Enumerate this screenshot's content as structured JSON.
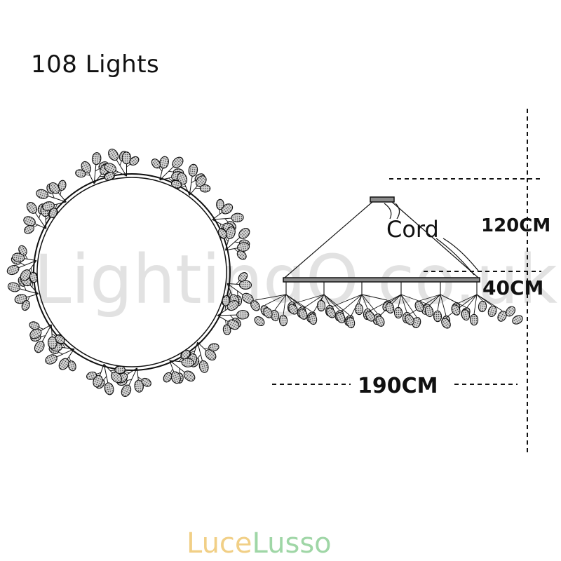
{
  "title": "108 Lights",
  "labels": {
    "cord": "Cord",
    "height_total": "120CM",
    "height_fixture": "40CM",
    "width": "190CM"
  },
  "watermark": "LightingO.co.uk",
  "brand": {
    "part1": "Luce",
    "part2": "Lusso"
  },
  "colors": {
    "line": "#111111",
    "bulb_fill": "#8a8a8a",
    "brand_luce": "#f1cf86",
    "brand_lusso": "#9fd6a6"
  }
}
